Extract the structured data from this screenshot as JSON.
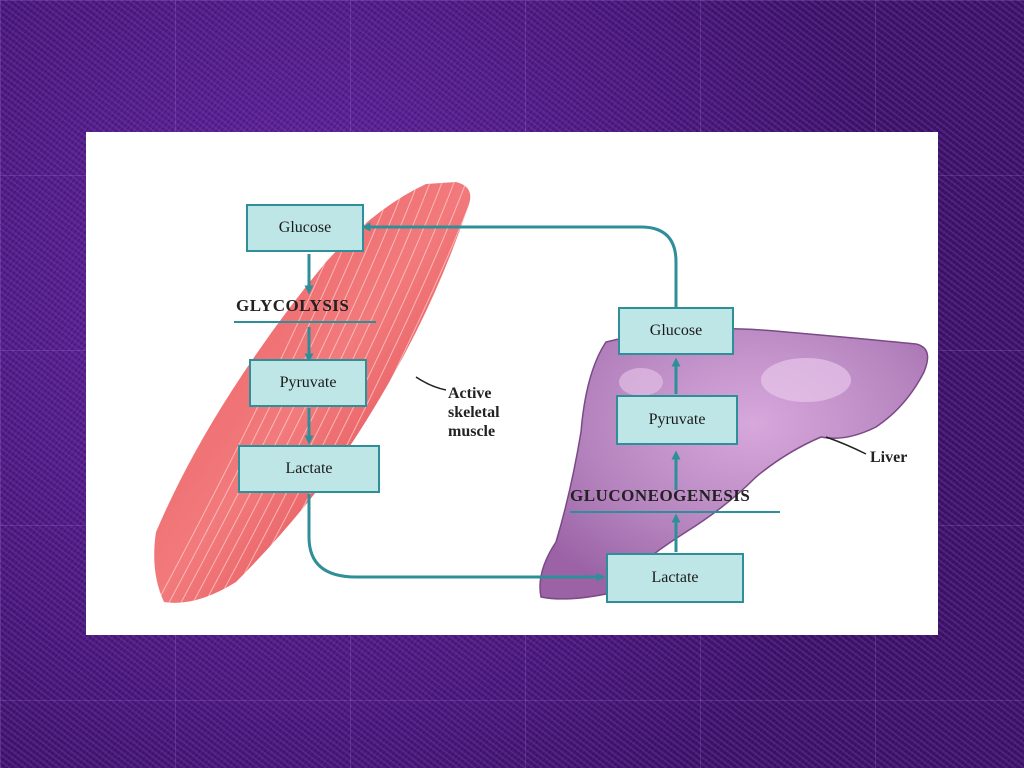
{
  "muscle": {
    "glucose": "Glucose",
    "process": "GLYCOLYSIS",
    "pyruvate": "Pyruvate",
    "lactate": "Lactate",
    "label_line1": "Active",
    "label_line2": "skeletal",
    "label_line3": "muscle"
  },
  "liver": {
    "glucose": "Glucose",
    "pyruvate": "Pyruvate",
    "process": "GLUCONEOGENESIS",
    "lactate": "Lactate",
    "label": "Liver"
  },
  "colors": {
    "background": "#4a1a78",
    "box_fill": "#bfe6e6",
    "arrow": "#2f8f99",
    "muscle": "#e8474c",
    "liver": "#b07ab8"
  }
}
